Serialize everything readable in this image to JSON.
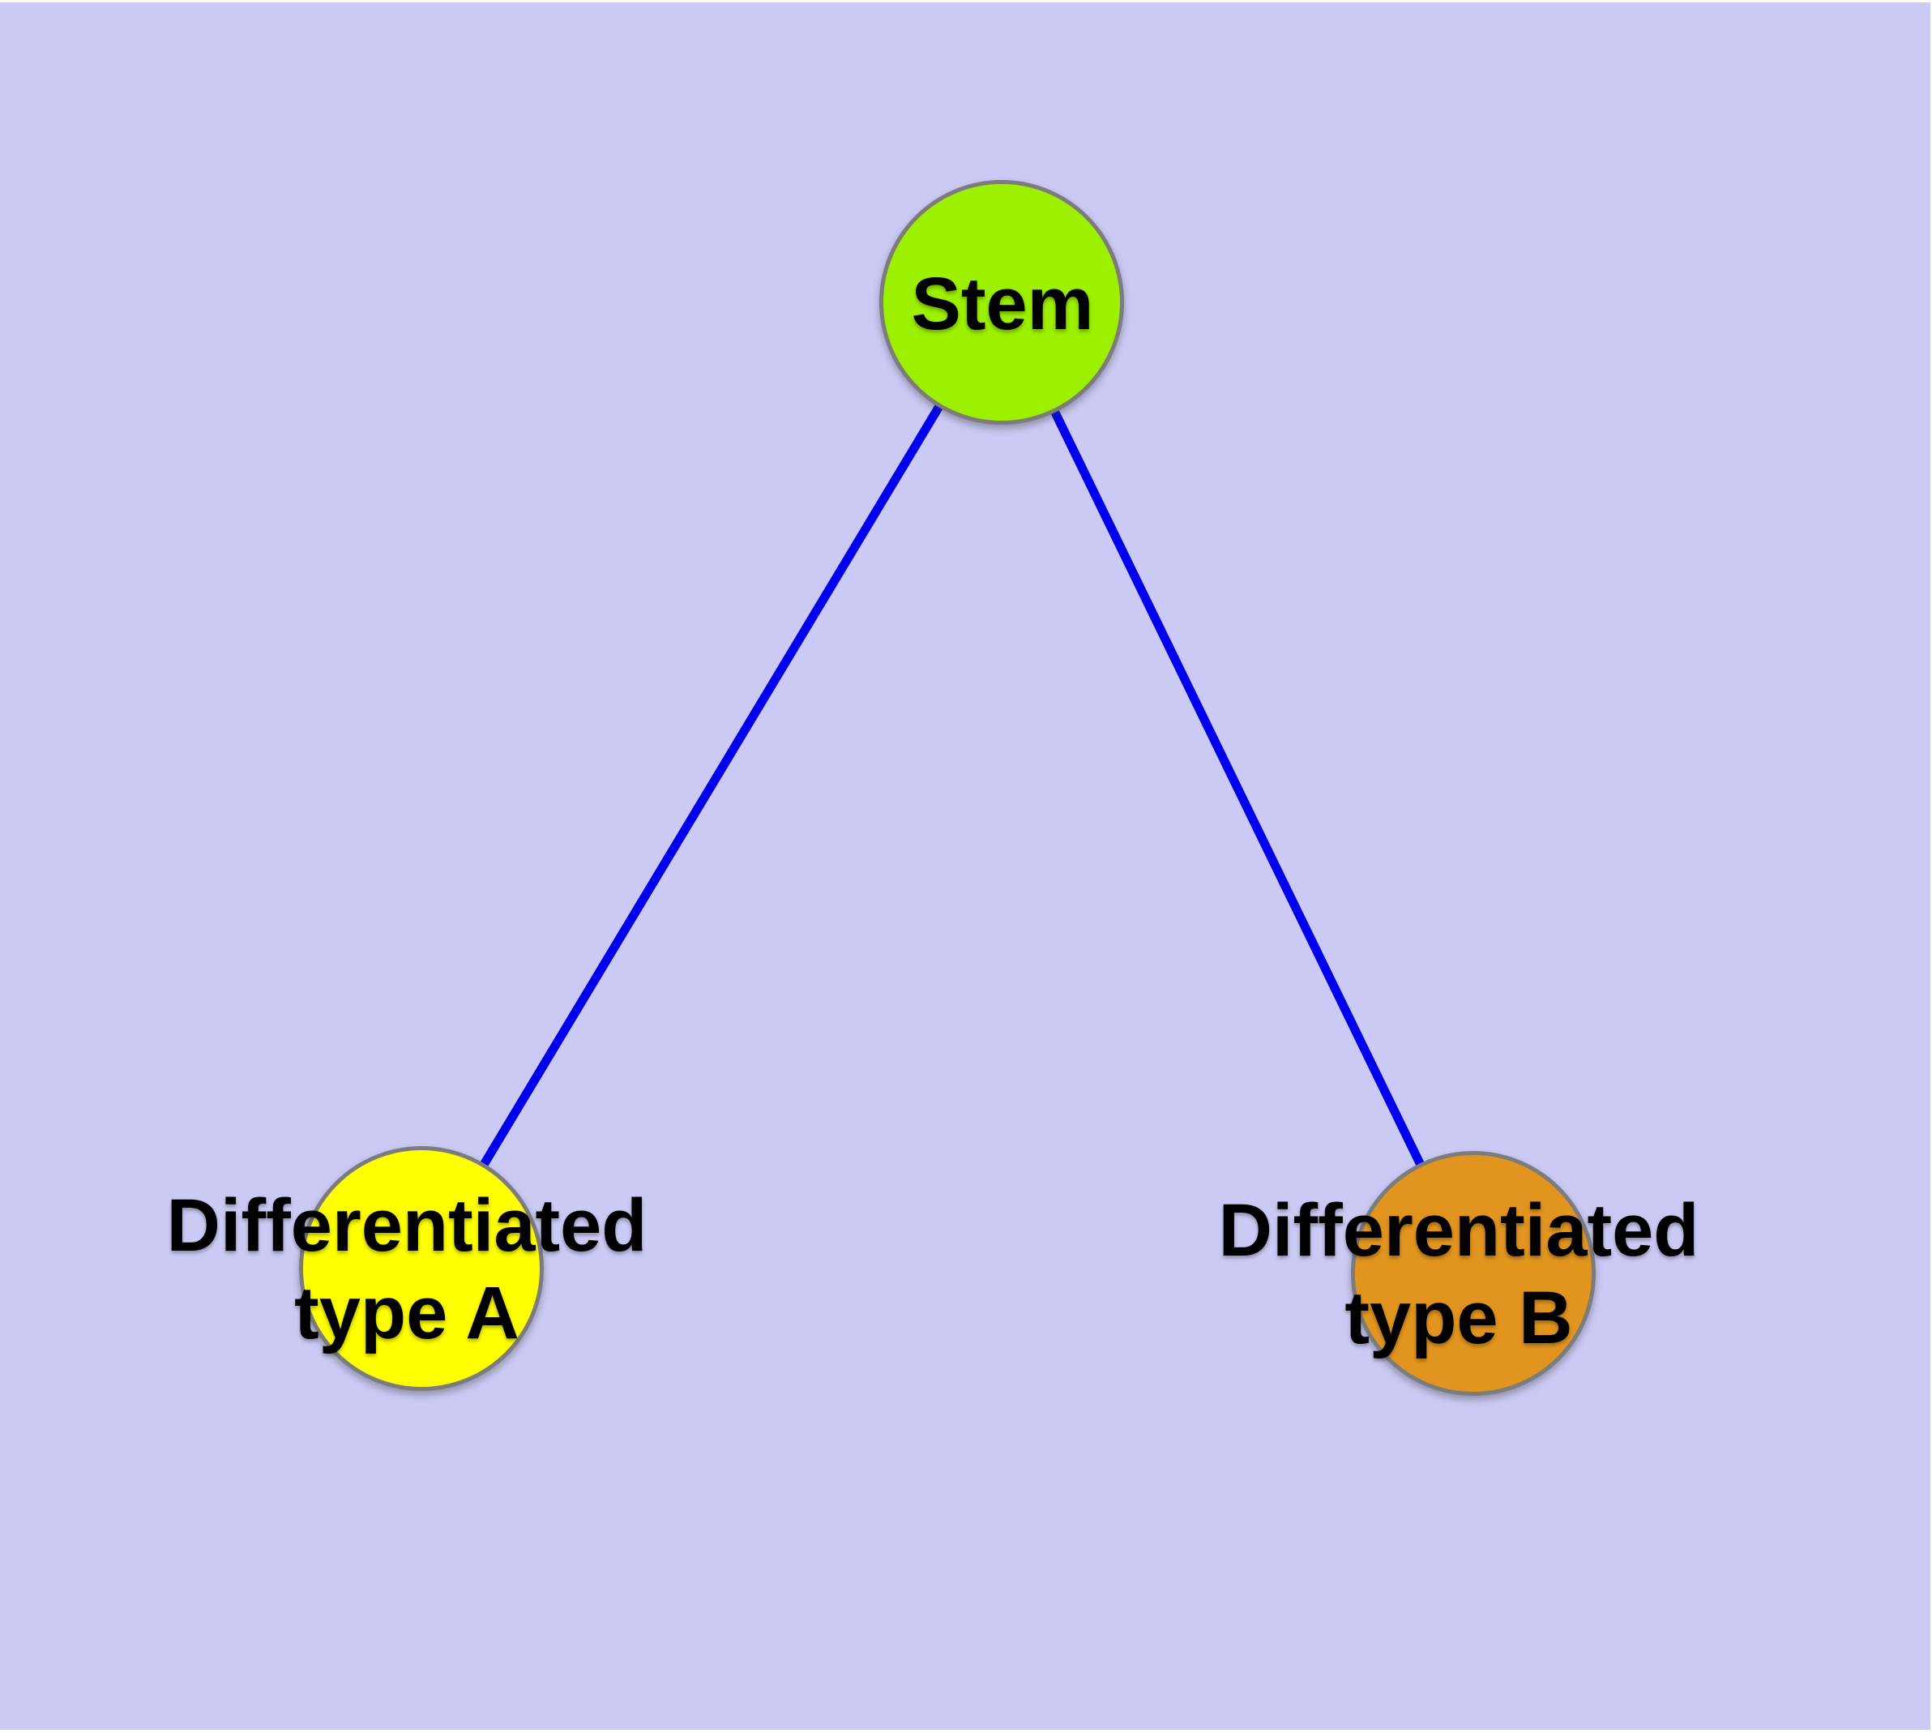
{
  "diagram": {
    "background_color": "#CACAF5",
    "margin_color": "#FFFFFF",
    "edge_color": "#0000EE",
    "node_border_color": "#7C7C7C",
    "label_color": "#000000",
    "nodes": [
      {
        "id": "stem",
        "label": "Stem",
        "fill": "#9CF000",
        "shape": "circle"
      },
      {
        "id": "typeA",
        "label": "Differentiated type A",
        "line1": "Differentiated",
        "line2": "type A",
        "fill": "#FFFF00",
        "shape": "circle"
      },
      {
        "id": "typeB",
        "label": "Differentiated type B",
        "line1": "Differentiated",
        "line2": "type B",
        "fill": "#E2951E",
        "shape": "circle"
      }
    ],
    "edges": [
      {
        "from": "Stem",
        "to": "Differentiated type A",
        "color": "#0000EE"
      },
      {
        "from": "Stem",
        "to": "Differentiated type B",
        "color": "#0000EE"
      }
    ]
  }
}
